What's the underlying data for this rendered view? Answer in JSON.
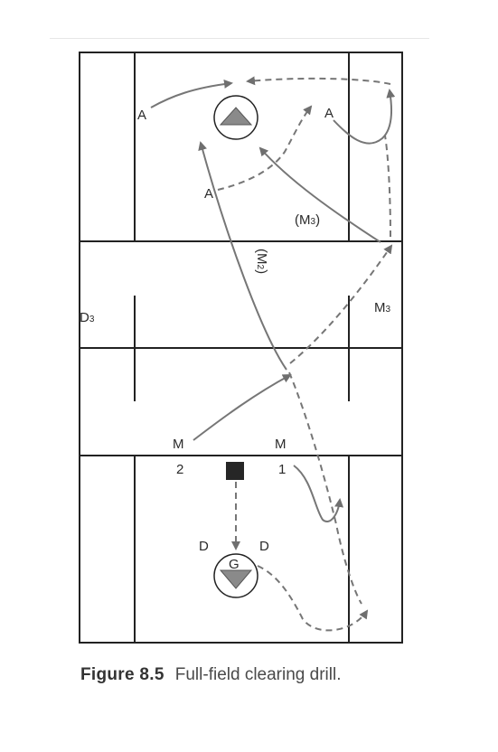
{
  "labels": {
    "attack_left": "A",
    "attack_right": "A",
    "attack_mid": "A",
    "m3_paren_base": "(M",
    "m3_paren_sub": "3",
    "m3_paren_close": ")",
    "m2_paren_base": "(M",
    "m2_paren_sub": "2",
    "m2_paren_close": ")",
    "d3_base": "D",
    "d3_sub": "3",
    "m3_base": "M",
    "m3_sub": "3",
    "m2_letter": "M",
    "m2_number": "2",
    "m1_letter": "M",
    "m1_number": "1",
    "defense_left": "D",
    "defense_right": "D",
    "goalie": "G"
  },
  "caption": {
    "figure": "Figure 8.5",
    "text": "Full-field clearing drill."
  }
}
